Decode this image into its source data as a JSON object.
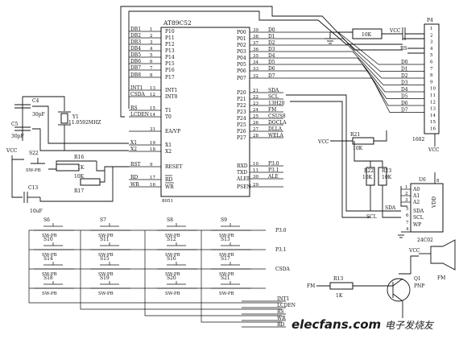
{
  "mcu": {
    "name": "AT89C52",
    "footer": "8051",
    "left_pins": [
      {
        "net": "DB1",
        "pin": "1",
        "name": "P10"
      },
      {
        "net": "DB2",
        "pin": "2",
        "name": "P11"
      },
      {
        "net": "DB3",
        "pin": "3",
        "name": "P12"
      },
      {
        "net": "DB4",
        "pin": "4",
        "name": "P13"
      },
      {
        "net": "DB5",
        "pin": "5",
        "name": "P14"
      },
      {
        "net": "DB6",
        "pin": "6",
        "name": "P15"
      },
      {
        "net": "DB7",
        "pin": "7",
        "name": "P16"
      },
      {
        "net": "DB8",
        "pin": "8",
        "name": "P17"
      },
      {
        "net": "INT1",
        "pin": "13",
        "name": "INT1"
      },
      {
        "net": "CSDA",
        "pin": "12",
        "name": "INT0"
      },
      {
        "net": "RS",
        "pin": "15",
        "name": "T1"
      },
      {
        "net": "LCDEN",
        "pin": "14",
        "name": "T0"
      },
      {
        "net": "",
        "pin": "31",
        "name": "EA/VP"
      },
      {
        "net": "X1",
        "pin": "19",
        "name": "X1"
      },
      {
        "net": "X2",
        "pin": "18",
        "name": "X2"
      },
      {
        "net": "RST",
        "pin": "9",
        "name": "RESET"
      },
      {
        "net": "RD",
        "pin": "17",
        "name": "RD"
      },
      {
        "net": "WR",
        "pin": "16",
        "name": "WR"
      }
    ],
    "right_pins": [
      {
        "name": "P00",
        "pin": "39",
        "net": "D0"
      },
      {
        "name": "P01",
        "pin": "38",
        "net": "D1"
      },
      {
        "name": "P02",
        "pin": "37",
        "net": "D2"
      },
      {
        "name": "P03",
        "pin": "36",
        "net": "D3"
      },
      {
        "name": "P04",
        "pin": "35",
        "net": "D4"
      },
      {
        "name": "P05",
        "pin": "34",
        "net": "D5"
      },
      {
        "name": "P06",
        "pin": "33",
        "net": "D6"
      },
      {
        "name": "P07",
        "pin": "32",
        "net": "D7"
      },
      {
        "name": "P20",
        "pin": "21",
        "net": "SDA"
      },
      {
        "name": "P21",
        "pin": "22",
        "net": "SCL"
      },
      {
        "name": "P22",
        "pin": "23",
        "net": "13H20"
      },
      {
        "name": "P23",
        "pin": "24",
        "net": "FM"
      },
      {
        "name": "P24",
        "pin": "25",
        "net": "CSUS8"
      },
      {
        "name": "P25",
        "pin": "26",
        "net": "DOCLA"
      },
      {
        "name": "P26",
        "pin": "27",
        "net": "DLLA"
      },
      {
        "name": "P27",
        "pin": "28",
        "net": "WELA"
      },
      {
        "name": "RXD",
        "pin": "10",
        "net": "P3.0"
      },
      {
        "name": "TXD",
        "pin": "11",
        "net": "P3.1"
      },
      {
        "name": "ALEP",
        "pin": "30",
        "net": "ALE"
      },
      {
        "name": "PSEN",
        "pin": "29",
        "net": ""
      }
    ]
  },
  "crystal": {
    "cap1": "C4",
    "cap1_value": "30pF",
    "cap2": "C5",
    "cap2_value": "30pF",
    "ref": "Y1",
    "value": "11.0592MHZ"
  },
  "reset": {
    "vcc": "VCC",
    "switch": "S22",
    "switch_type": "SW-PB",
    "r1": "R16",
    "r1_value": "1K",
    "r2_value": "10K",
    "r2": "R17",
    "cap": "C13",
    "cap_value": "10uF"
  },
  "lcd": {
    "ref": "P4",
    "part": "1602",
    "vcc": "VCC",
    "pot": "10K",
    "vcc_left": "VCC",
    "rs": "RS",
    "pins": [
      "1",
      "2",
      "3",
      "4",
      "5",
      "6",
      "7",
      "8",
      "9",
      "10",
      "11",
      "12",
      "13",
      "14",
      "15",
      "16"
    ],
    "data": [
      "D0",
      "D1",
      "D2",
      "D3",
      "D4",
      "D5",
      "D6",
      "D7"
    ]
  },
  "pullup": {
    "vcc": "VCC",
    "r21": "R21",
    "r21_value": "10K",
    "r22": "R22",
    "r22_value": "10K",
    "r23": "R23",
    "r23_value": "10K",
    "sda": "SDA",
    "scl": "SCL"
  },
  "eeprom": {
    "ref": "U6",
    "part": "24C02",
    "pins_left": [
      "A0",
      "A1",
      "A2"
    ],
    "pins_left_num": [
      "1",
      "2",
      "3"
    ],
    "pins_right": [
      "SDA",
      "SCL",
      "WP"
    ],
    "pins_right_num": [
      "5",
      "6",
      "7"
    ],
    "vdd": "VDD",
    "vdd_pin": "8",
    "gnd_pin": "4"
  },
  "buzzer": {
    "vcc": "VCC",
    "ref": "FM",
    "transistor": "Q1",
    "transistor_type": "PNP",
    "net": "FM",
    "resistor": "R13",
    "resistor_value": "1K"
  },
  "keys": {
    "switch_type": "SW-PB",
    "grid": [
      [
        "S6",
        "S7",
        "S8",
        "S9"
      ],
      [
        "S10",
        "S11",
        "S12",
        "S13"
      ],
      [
        "S14",
        "S15",
        "S16",
        "S17"
      ],
      [
        "S18",
        "S19",
        "S20",
        "S21"
      ]
    ],
    "row_nets": [
      "P3.0",
      "P3.1",
      "CSDA",
      ""
    ],
    "bus_nets": [
      "INT1",
      "LCDEN",
      "RS",
      "WR",
      "RD"
    ]
  },
  "watermark": {
    "en": "elecfans.com",
    "cn": "电子发烧友"
  }
}
